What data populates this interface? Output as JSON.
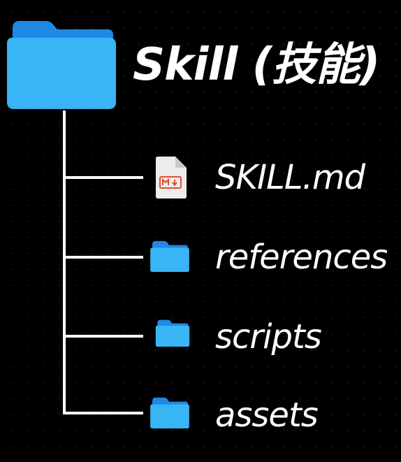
{
  "root": {
    "label": "Skill (技能)",
    "icon": "folder-icon"
  },
  "children": [
    {
      "label": "SKILL.md",
      "icon": "markdown-file-icon"
    },
    {
      "label": "references",
      "icon": "folder-icon"
    },
    {
      "label": "scripts",
      "icon": "folder-icon"
    },
    {
      "label": "assets",
      "icon": "folder-icon"
    }
  ],
  "colors": {
    "background": "#000000",
    "folder_front": "#39b4f5",
    "folder_back": "#1e88e5",
    "line": "#ffffff",
    "markdown_badge": "#e0502f",
    "file_page": "#ececec"
  }
}
